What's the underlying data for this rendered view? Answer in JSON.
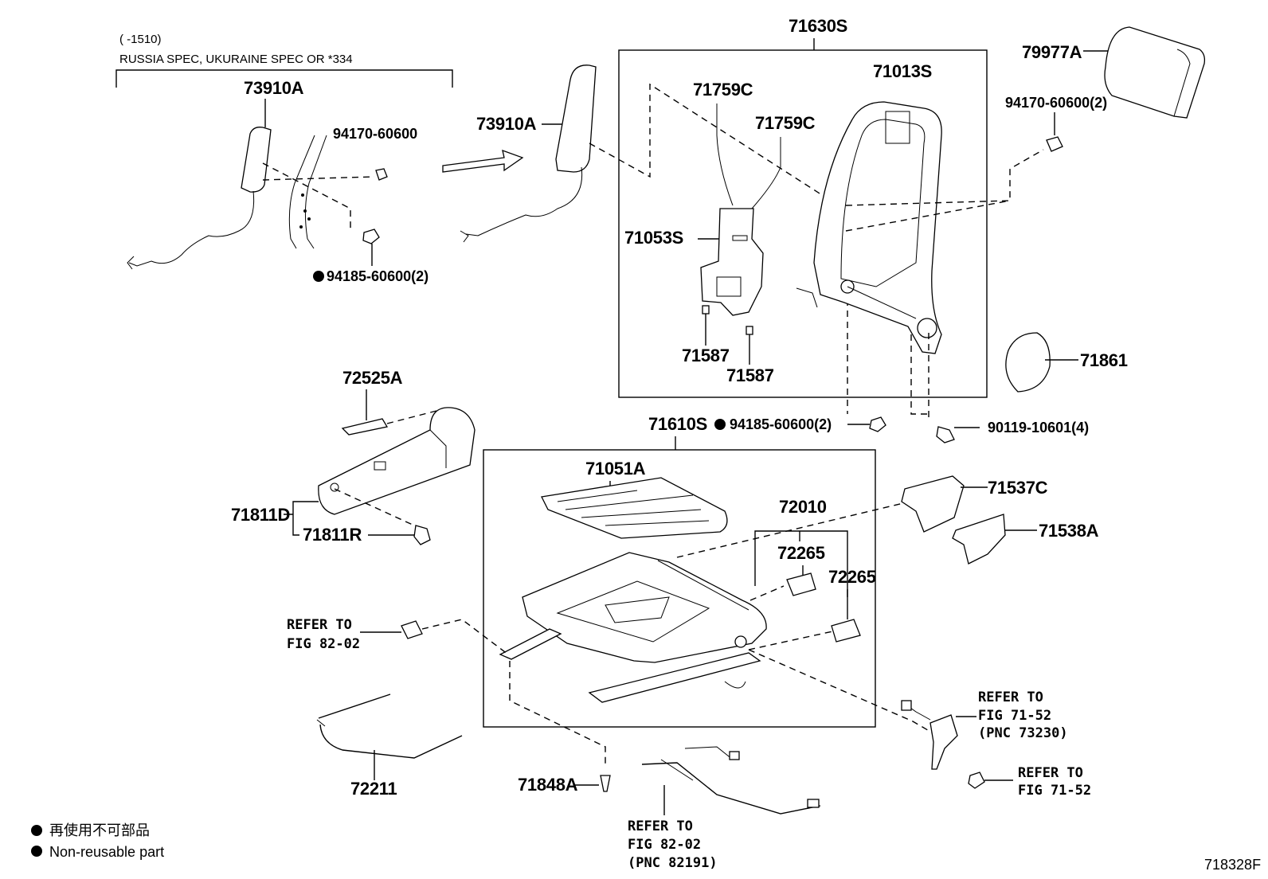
{
  "note": {
    "range": "(      -1510)",
    "spec": "RUSSIA SPEC, UKURAINE SPEC OR *334"
  },
  "parts": {
    "p73910A_left": "73910A",
    "p73910A_right": "73910A",
    "p94170_60600": "94170-60600",
    "p94185_60600_2_top": "94185-60600(2)",
    "p71630S": "71630S",
    "p71759C_a": "71759C",
    "p71759C_b": "71759C",
    "p71013S": "71013S",
    "p71053S": "71053S",
    "p71587_a": "71587",
    "p71587_b": "71587",
    "p79977A": "79977A",
    "p94170_60600_2": "94170-60600(2)",
    "p71861": "71861",
    "p72525A": "72525A",
    "p71811D": "71811D",
    "p71811R": "71811R",
    "p71610S": "71610S",
    "p94185_60600_2_mid": "94185-60600(2)",
    "p90119_10601_4": "90119-10601(4)",
    "p71051A": "71051A",
    "p72010": "72010",
    "p72265_a": "72265",
    "p72265_b": "72265",
    "p71537C": "71537C",
    "p71538A": "71538A",
    "p72211": "72211",
    "p71848A": "71848A"
  },
  "refs": {
    "ref_82_02_left_1": "REFER TO",
    "ref_82_02_left_2": "FIG 82-02",
    "ref_71_52_pnc_1": "REFER TO",
    "ref_71_52_pnc_2": "FIG 71-52",
    "ref_71_52_pnc_3": "(PNC 73230)",
    "ref_71_52_1": "REFER TO",
    "ref_71_52_2": "FIG 71-52",
    "ref_82_02_bottom_1": "REFER TO",
    "ref_82_02_bottom_2": "FIG 82-02",
    "ref_82_02_bottom_3": "(PNC 82191)"
  },
  "legend": {
    "jp": "再使用不可部品",
    "en": "Non-reusable part"
  },
  "figure_id": "718328F"
}
